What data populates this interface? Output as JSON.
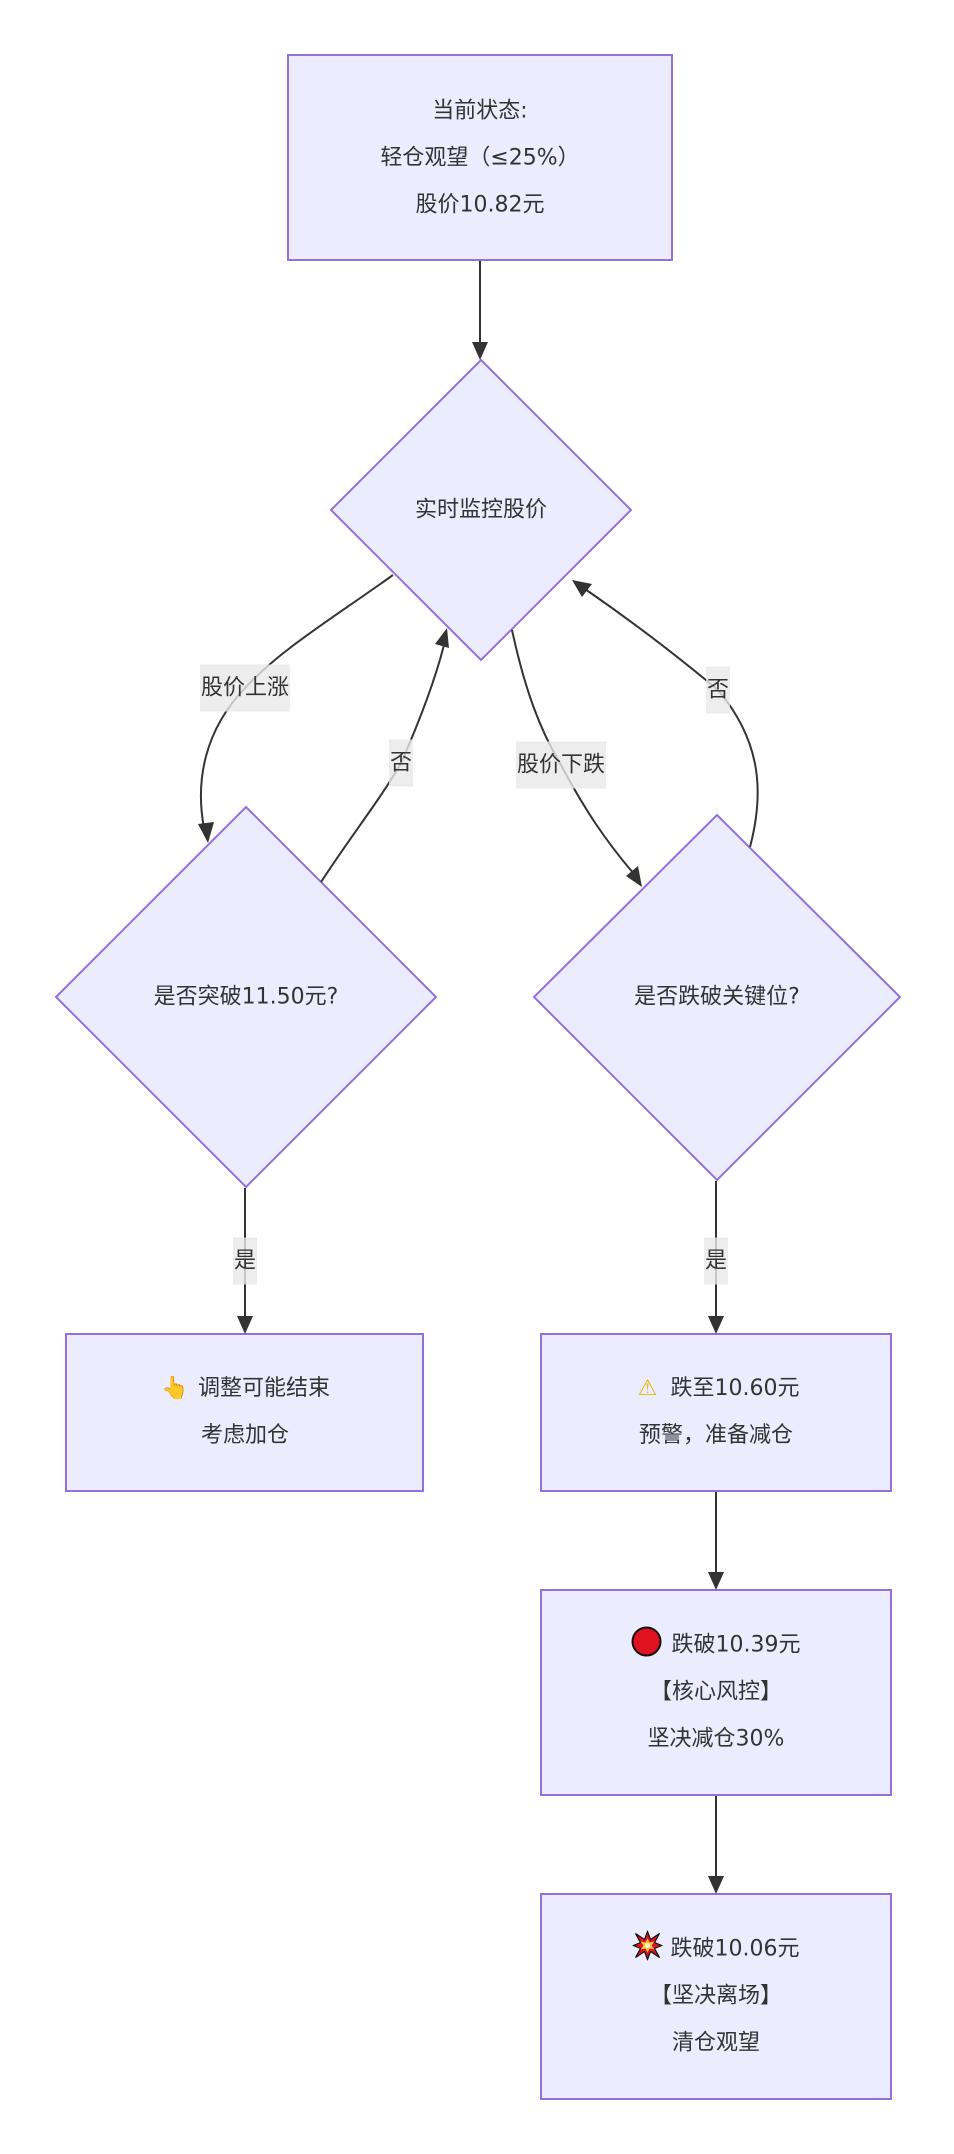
{
  "diagram": {
    "type": "flowchart",
    "colors": {
      "node_fill": "#ECECFF",
      "node_stroke": "#9370DB",
      "edge": "#333333",
      "label_bg": "#E8E8E8",
      "text": "#333333"
    },
    "nodes": {
      "current_state": {
        "lines": [
          "当前状态:",
          "轻仓观望（≤25%）",
          "股价10.82元"
        ]
      },
      "monitor": {
        "lines": [
          "实时监控股价"
        ]
      },
      "breakout_check": {
        "lines": [
          "是否突破11.50元?"
        ]
      },
      "breakdown_check": {
        "lines": [
          "是否跌破关键位?"
        ]
      },
      "add_position": {
        "icon": "pointing-hand-icon",
        "icon_glyph": "👆",
        "lines": [
          "调整可能结束",
          "考虑加仓"
        ]
      },
      "warning": {
        "icon": "warning-icon",
        "icon_glyph": "⚠",
        "lines": [
          "跌至10.60元",
          "预警，准备减仓"
        ]
      },
      "core_risk": {
        "icon": "red-circle-icon",
        "icon_glyph": "🔴",
        "lines": [
          "跌破10.39元",
          "【核心风控】",
          "坚决减仓30%"
        ]
      },
      "exit": {
        "icon": "collision-icon",
        "icon_glyph": "💥",
        "lines": [
          "跌破10.06元",
          "【坚决离场】",
          "清仓观望"
        ]
      }
    },
    "edges": [
      {
        "from": "current_state",
        "to": "monitor",
        "label": ""
      },
      {
        "from": "monitor",
        "to": "breakout_check",
        "label": "股价上涨"
      },
      {
        "from": "breakout_check",
        "to": "monitor",
        "label": "否"
      },
      {
        "from": "monitor",
        "to": "breakdown_check",
        "label": "股价下跌"
      },
      {
        "from": "breakdown_check",
        "to": "monitor",
        "label": "否"
      },
      {
        "from": "breakout_check",
        "to": "add_position",
        "label": "是"
      },
      {
        "from": "breakdown_check",
        "to": "warning",
        "label": "是"
      },
      {
        "from": "warning",
        "to": "core_risk",
        "label": ""
      },
      {
        "from": "core_risk",
        "to": "exit",
        "label": ""
      }
    ]
  }
}
